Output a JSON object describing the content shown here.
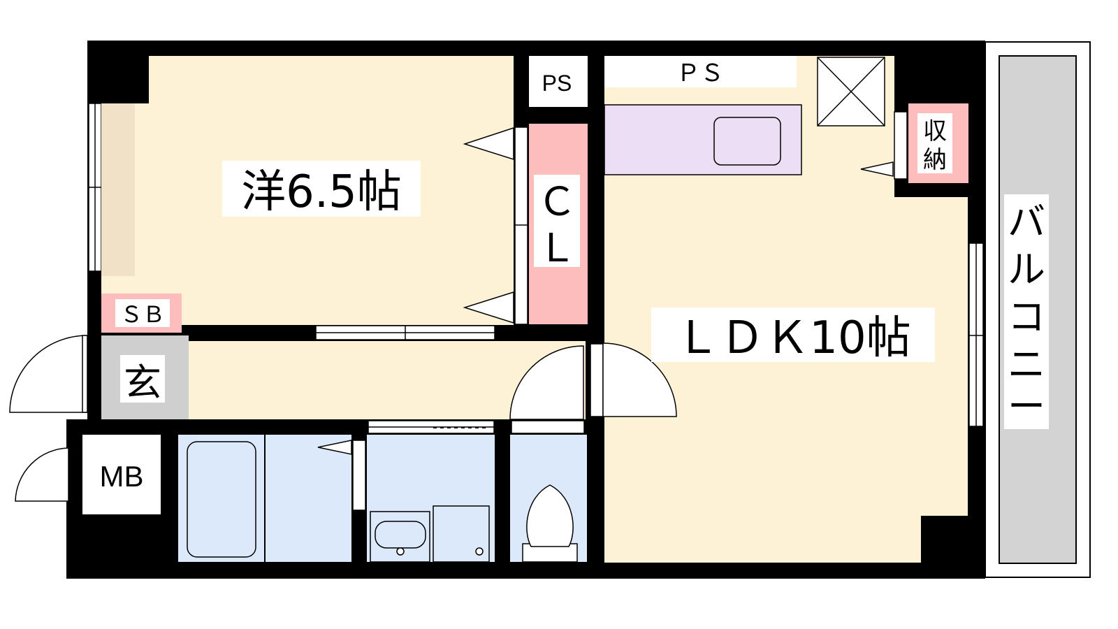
{
  "floor_plan": {
    "rooms": {
      "western_room": {
        "label": "洋6.5帖"
      },
      "ldk": {
        "label": "ＬＤＫ10帖"
      },
      "closet": {
        "label_line1": "Ｃ",
        "label_line2": "Ｌ"
      },
      "pipe_space_small": {
        "label": "PS"
      },
      "pipe_space_wide": {
        "label": "ＰＳ"
      },
      "storage": {
        "label_line1": "収",
        "label_line2": "納"
      },
      "shoe_box": {
        "label": "ＳＢ"
      },
      "entrance": {
        "label": "玄"
      },
      "meter_box": {
        "label": "MB"
      },
      "balcony": {
        "chars": [
          "バ",
          "ル",
          "コ",
          "ニ",
          "ー"
        ]
      }
    },
    "colors": {
      "wall": "#000000",
      "living_floor": "#fef2d6",
      "storage_pink": "#fdbdbd",
      "wet_area_blue": "#dbe9fb",
      "kitchen_lavender": "#ecdff5",
      "entrance_gray": "#cfcfcf",
      "balcony_gray": "#d3d3d3",
      "window_beige": "#f1e2c7"
    }
  }
}
